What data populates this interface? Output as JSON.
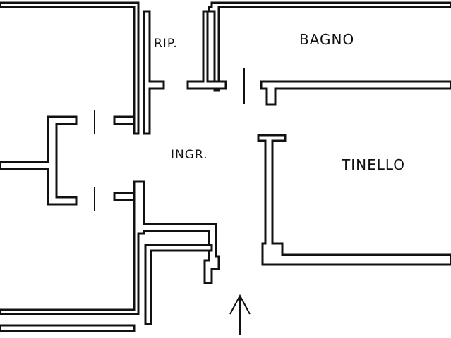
{
  "rooms": {
    "ripostiglio": "RIP.",
    "bagno": "BAGNO",
    "ingresso": "INGR.",
    "tinello": "TINELLO"
  },
  "entrance_icon": "up-arrow-icon",
  "colors": {
    "wall": "#111111",
    "background": "#ffffff"
  }
}
